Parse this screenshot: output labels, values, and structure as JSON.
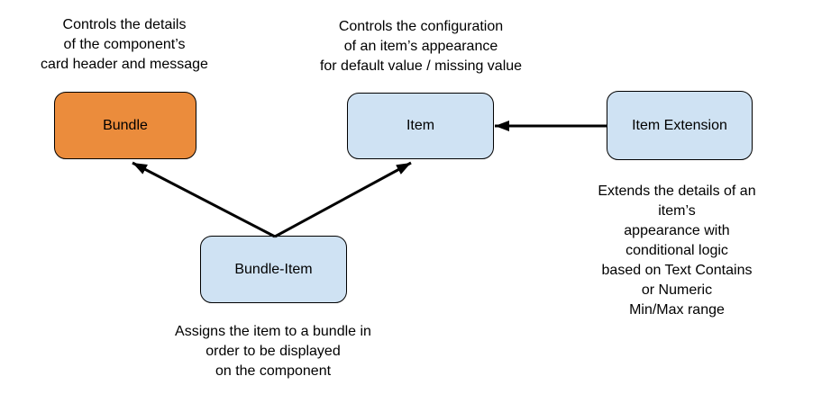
{
  "diagram": {
    "background_color": "#ffffff",
    "text_color": "#000000",
    "border_color": "#000000",
    "arrow_color": "#000000",
    "nodes": [
      {
        "id": "bundle",
        "label": "Bundle",
        "fill_color": "#EB8C3C"
      },
      {
        "id": "item",
        "label": "Item",
        "fill_color": "#CFE2F3"
      },
      {
        "id": "item-extension",
        "label": "Item Extension",
        "fill_color": "#CFE2F3"
      },
      {
        "id": "bundle-item",
        "label": "Bundle-Item",
        "fill_color": "#CFE2F3"
      }
    ],
    "captions": [
      {
        "for": "bundle",
        "text": "Controls the details\nof the component’s\ncard header and message"
      },
      {
        "for": "item",
        "text": "Controls the configuration\nof an item’s appearance\nfor default value / missing value"
      },
      {
        "for": "item-extension",
        "text": "Extends the details of an item’s\nappearance with conditional logic\nbased on Text Contains or Numeric\nMin/Max range"
      },
      {
        "for": "bundle-item",
        "text": "Assigns the item to a bundle in\norder to be displayed\non the component"
      }
    ],
    "edges": [
      {
        "from": "bundle-item",
        "to": "bundle",
        "type": "arrow"
      },
      {
        "from": "bundle-item",
        "to": "item",
        "type": "arrow"
      },
      {
        "from": "item-extension",
        "to": "item",
        "type": "arrow"
      }
    ]
  }
}
